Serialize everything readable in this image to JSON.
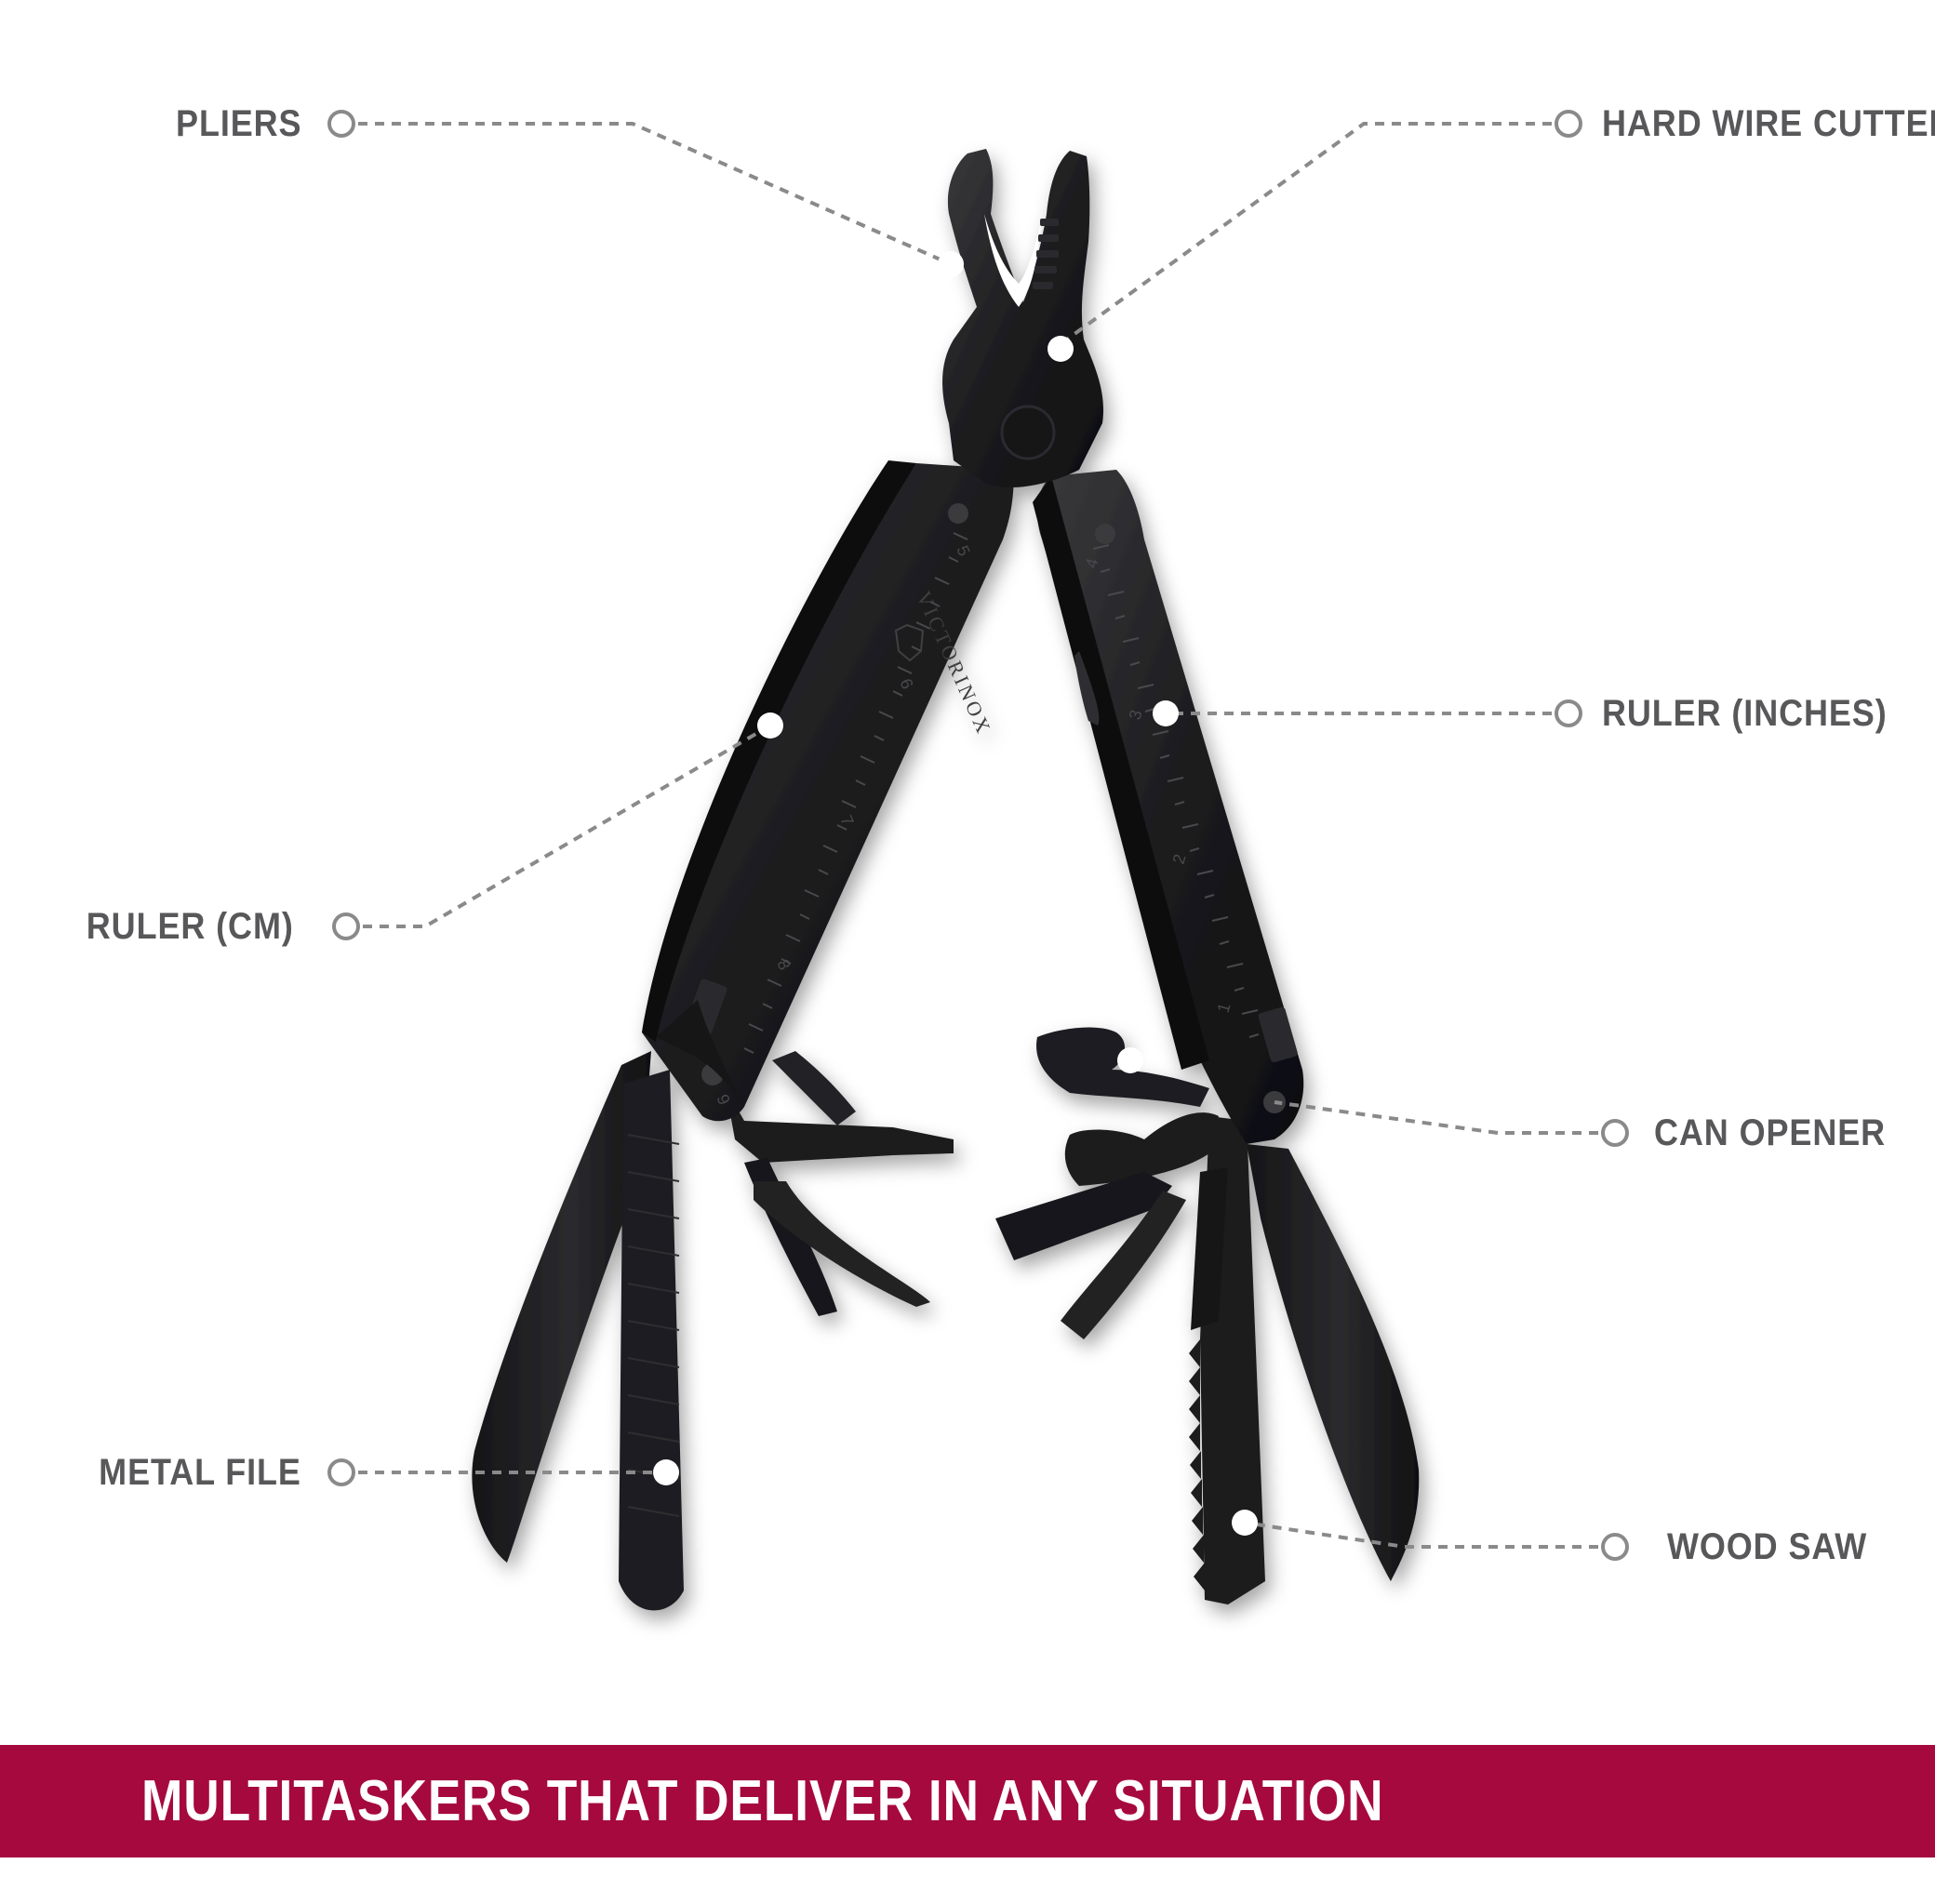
{
  "callouts": {
    "pliers": "PLIERS",
    "hard_wire_cutter": "HARD WIRE CUTTER",
    "ruler_inches": "RULER (INCHES)",
    "ruler_cm": "RULER (CM)",
    "can_opener": "CAN OPENER",
    "metal_file": "METAL FILE",
    "wood_saw": "WOOD SAW"
  },
  "handle_engravings": {
    "brand": "VICTORINOX",
    "cm_marks": [
      "5",
      "6",
      "7",
      "8",
      "9"
    ],
    "inch_marks": [
      "4",
      "3",
      "2",
      "1"
    ]
  },
  "banner": {
    "text": "MULTITASKERS THAT DELIVER IN ANY SITUATION",
    "color": "#a6093d"
  },
  "colors": {
    "tool_body": "#1c1c1e",
    "leader_line": "#8a8a8a",
    "label_text": "#58585a"
  }
}
